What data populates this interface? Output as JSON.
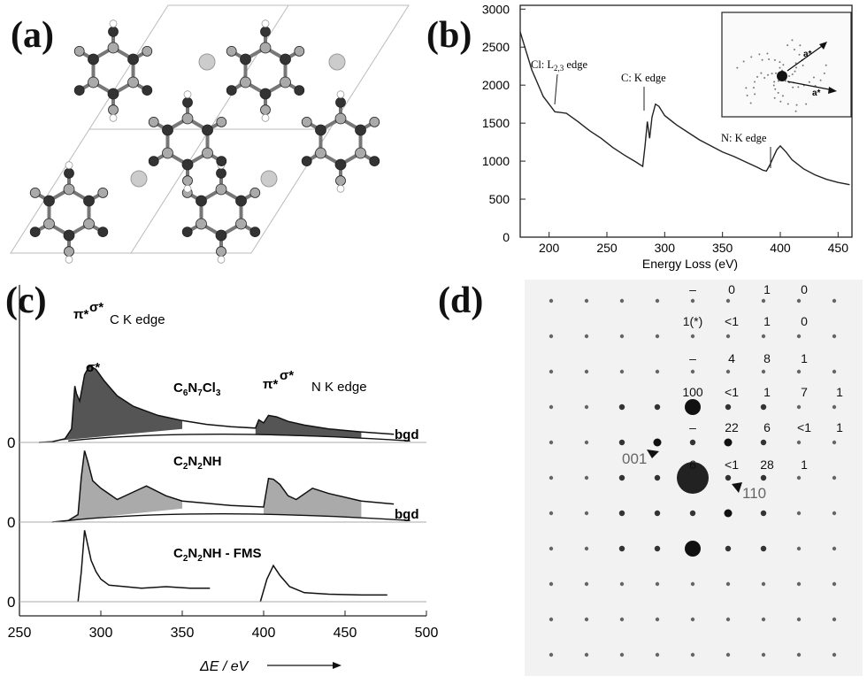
{
  "panels": {
    "a": {
      "label": "(a)"
    },
    "b": {
      "label": "(b)",
      "chart_data": {
        "type": "line",
        "xlabel": "Energy Loss (eV)",
        "x_ticks": [
          "200",
          "250",
          "300",
          "350",
          "400",
          "450"
        ],
        "y_ticks": [
          "0",
          "500",
          "1000",
          "1500",
          "2000",
          "2500",
          "3000"
        ],
        "xlim": [
          175,
          462
        ],
        "ylim": [
          0,
          3050
        ],
        "annotations": {
          "cl_prefix": "Cl: L",
          "cl_sub": "2,3",
          "cl_suffix": " edge",
          "c_edge": "C: K edge",
          "n_edge": "N: K edge"
        },
        "inset": {
          "label1": "a*",
          "label2": "a*"
        },
        "series": [
          {
            "x": [
              175,
              185,
              195,
              205,
              215,
              225,
              235,
              245,
              255,
              265,
              275,
              281,
              283,
              285,
              287,
              289,
              292,
              295,
              300,
              310,
              320,
              330,
              340,
              350,
              360,
              370,
              380,
              385,
              388,
              391,
              394,
              397,
              400,
              405,
              410,
              420,
              430,
              440,
              450,
              460
            ],
            "y": [
              2700,
              2200,
              1850,
              1650,
              1630,
              1520,
              1400,
              1300,
              1180,
              1080,
              990,
              930,
              1200,
              1520,
              1300,
              1580,
              1750,
              1720,
              1600,
              1480,
              1380,
              1280,
              1200,
              1120,
              1060,
              990,
              920,
              880,
              870,
              950,
              1050,
              1150,
              1200,
              1120,
              1020,
              900,
              820,
              760,
              720,
              690
            ]
          }
        ]
      }
    },
    "c": {
      "label": "(c)",
      "chart_data": {
        "type": "area",
        "xlabel": "ΔE / eV",
        "x_ticks": [
          "250",
          "300",
          "350",
          "400",
          "450",
          "500"
        ],
        "y_ticks": [
          "0",
          "0",
          "0"
        ],
        "xlim": [
          250,
          500
        ],
        "series": [
          {
            "name_parts": [
              "C",
              "6",
              "N",
              "7",
              "Cl",
              "3"
            ],
            "offset": 0,
            "x": [
              262,
              270,
              278,
              282,
              284,
              285,
              287,
              290,
              293,
              297,
              302,
              310,
              320,
              335,
              350,
              365,
              380,
              395,
              397,
              400,
              403,
              408,
              415,
              425,
              440,
              460,
              480
            ],
            "y": [
              0.0,
              0.01,
              0.05,
              0.18,
              0.75,
              0.65,
              0.55,
              0.9,
              1.02,
              0.97,
              0.82,
              0.62,
              0.48,
              0.36,
              0.29,
              0.24,
              0.21,
              0.19,
              0.3,
              0.26,
              0.36,
              0.34,
              0.28,
              0.23,
              0.18,
              0.14,
              0.11
            ]
          },
          {
            "name_parts": [
              "C",
              "2",
              "N",
              "2",
              "NH"
            ],
            "offset": 1,
            "x": [
              270,
              280,
              286,
              288,
              290,
              292,
              295,
              300,
              310,
              320,
              328,
              340,
              350,
              365,
              380,
              400,
              403,
              406,
              410,
              415,
              420,
              430,
              440,
              460,
              480
            ],
            "y": [
              0.0,
              0.02,
              0.1,
              0.6,
              0.95,
              0.8,
              0.55,
              0.45,
              0.3,
              0.4,
              0.48,
              0.35,
              0.28,
              0.25,
              0.22,
              0.2,
              0.58,
              0.57,
              0.5,
              0.35,
              0.3,
              0.45,
              0.38,
              0.28,
              0.24
            ]
          },
          {
            "name_parts": [
              "C",
              "2",
              "N",
              "2",
              "NH - FMS"
            ],
            "offset": 2,
            "x": [
              286,
              288,
              290,
              292,
              294,
              297,
              300,
              305,
              315,
              325,
              340,
              355,
              367
            ],
            "y": [
              0.0,
              0.4,
              0.95,
              0.75,
              0.55,
              0.4,
              0.3,
              0.22,
              0.2,
              0.18,
              0.2,
              0.18,
              0.18
            ]
          },
          {
            "name_parts": [
              "C",
              "2",
              "N",
              "2",
              "NH - FMS"
            ],
            "offset": 2,
            "x": [
              398,
              402,
              406,
              410,
              416,
              425,
              440,
              460,
              476
            ],
            "y": [
              0.0,
              0.3,
              0.48,
              0.35,
              0.2,
              0.12,
              0.1,
              0.09,
              0.09
            ]
          }
        ],
        "annotations": {
          "c_edge": "C K edge",
          "n_edge": "N K edge",
          "pi": "π*",
          "sigma": "σ*",
          "bgd": "bgd"
        }
      }
    },
    "d": {
      "label": "(d)",
      "table": [
        [
          "–",
          "0",
          "1",
          "0",
          ""
        ],
        [
          "1(*)",
          "<1",
          "1",
          "0",
          ""
        ],
        [
          "–",
          "4",
          "8",
          "1",
          ""
        ],
        [
          "100",
          "<1",
          "1",
          "7",
          "1"
        ],
        [
          "–",
          "22",
          "6",
          "<1",
          "1"
        ],
        [
          "6",
          "<1",
          "28",
          "1",
          ""
        ]
      ],
      "arrows": {
        "a001": "001",
        "a110": "110"
      }
    }
  }
}
